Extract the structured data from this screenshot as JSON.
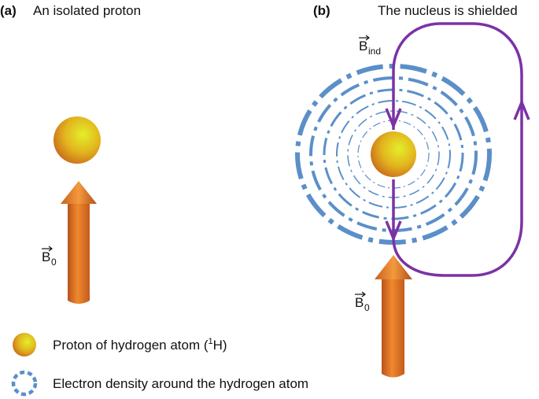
{
  "panel_a": {
    "letter": "(a)",
    "title": "An isolated proton",
    "field_symbol": "B",
    "field_subscript": "0"
  },
  "panel_b": {
    "letter": "(b)",
    "title": "The nucleus is shielded",
    "induced_symbol": "B",
    "induced_subscript": "ind",
    "field_symbol": "B",
    "field_subscript": "0"
  },
  "legend": {
    "proton_label_prefix": "Proton of hydrogen atom (",
    "proton_label_superscript": "1",
    "proton_label_suffix": "H)",
    "electron_label": "Electron density around the hydrogen atom"
  },
  "colors": {
    "field_arrow": "#E0731E",
    "induced_field_loop": "#7B32A6",
    "electron_cloud": "#5B8FC9",
    "proton_center": "#D8E020",
    "proton_edge": "#D27A1A"
  }
}
